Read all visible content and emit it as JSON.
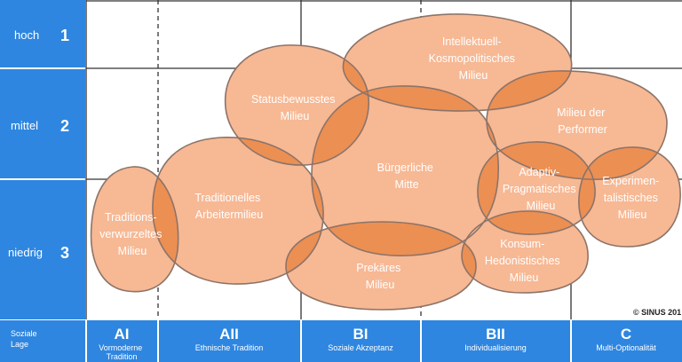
{
  "colors": {
    "blue": "#2e86e0",
    "bubble_fill": "#f7b894",
    "bubble_stroke": "#8c7468",
    "overlap_fill": "#ec8f53",
    "grid": "#333333",
    "text": "#ffffff"
  },
  "rows": [
    {
      "label": "hoch",
      "number": "1"
    },
    {
      "label": "mittel",
      "number": "2"
    },
    {
      "label": "niedrig",
      "number": "3"
    }
  ],
  "corner_label": [
    "Soziale",
    "Lage"
  ],
  "columns": [
    {
      "code": "AI",
      "sub": [
        "Vormoderne",
        "Tradition"
      ]
    },
    {
      "code": "AII",
      "sub": [
        "Ethnische Tradition"
      ]
    },
    {
      "code": "BI",
      "sub": [
        "Soziale Akzeptanz"
      ]
    },
    {
      "code": "BII",
      "sub": [
        "Individualisierung"
      ]
    },
    {
      "code": "C",
      "sub": [
        "Multi-Optionalität"
      ]
    }
  ],
  "milieus": [
    {
      "id": "traditionsverwurzeltes",
      "lines": [
        "Traditions-",
        "verwurzeltes",
        "Milieu"
      ]
    },
    {
      "id": "traditionelles-arbeitermilieu",
      "lines": [
        "Traditionelles",
        "Arbeitermilieu"
      ]
    },
    {
      "id": "statusbewusstes",
      "lines": [
        "Statusbewusstes",
        "Milieu"
      ]
    },
    {
      "id": "intellektuell-kosmopolitisches",
      "lines": [
        "Intellektuell-",
        "Kosmopolitisches",
        "Milieu"
      ]
    },
    {
      "id": "buergerliche-mitte",
      "lines": [
        "Bürgerliche",
        "Mitte"
      ]
    },
    {
      "id": "performer",
      "lines": [
        "Milieu der",
        "Performer"
      ]
    },
    {
      "id": "adaptiv-pragmatisches",
      "lines": [
        "Adaptiv-",
        "Pragmatisches",
        "Milieu"
      ]
    },
    {
      "id": "experimentalistisches",
      "lines": [
        "Experimen-",
        "talistisches",
        "Milieu"
      ]
    },
    {
      "id": "prekaeres",
      "lines": [
        "Prekäres",
        "Milieu"
      ]
    },
    {
      "id": "konsum-hedonistisches",
      "lines": [
        "Konsum-",
        "Hedonistisches",
        "Milieu"
      ]
    }
  ],
  "copyright": "© SINUS 201"
}
